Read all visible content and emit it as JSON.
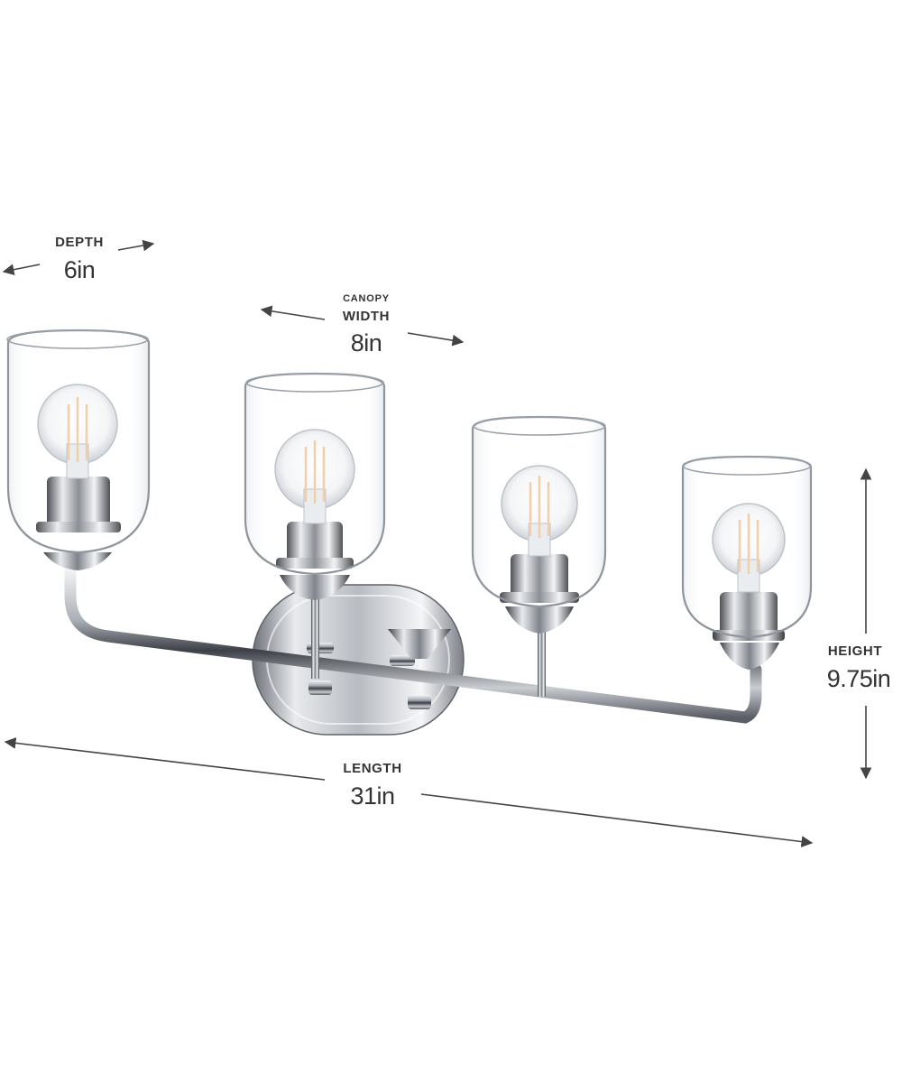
{
  "dimensions": {
    "depth": {
      "label": "DEPTH",
      "value": "6in"
    },
    "canopy_width": {
      "label_top": "CANOPY",
      "label": "WIDTH",
      "value": "8in"
    },
    "height": {
      "label": "HEIGHT",
      "value": "9.75in"
    },
    "length": {
      "label": "LENGTH",
      "value": "31in"
    }
  },
  "colors": {
    "text": "#333333",
    "arrow": "#444444",
    "chrome_dark": "#3a3d42",
    "chrome_mid": "#9aa0a8",
    "chrome_light": "#eef0f3",
    "glass_edge": "#8e959c"
  }
}
